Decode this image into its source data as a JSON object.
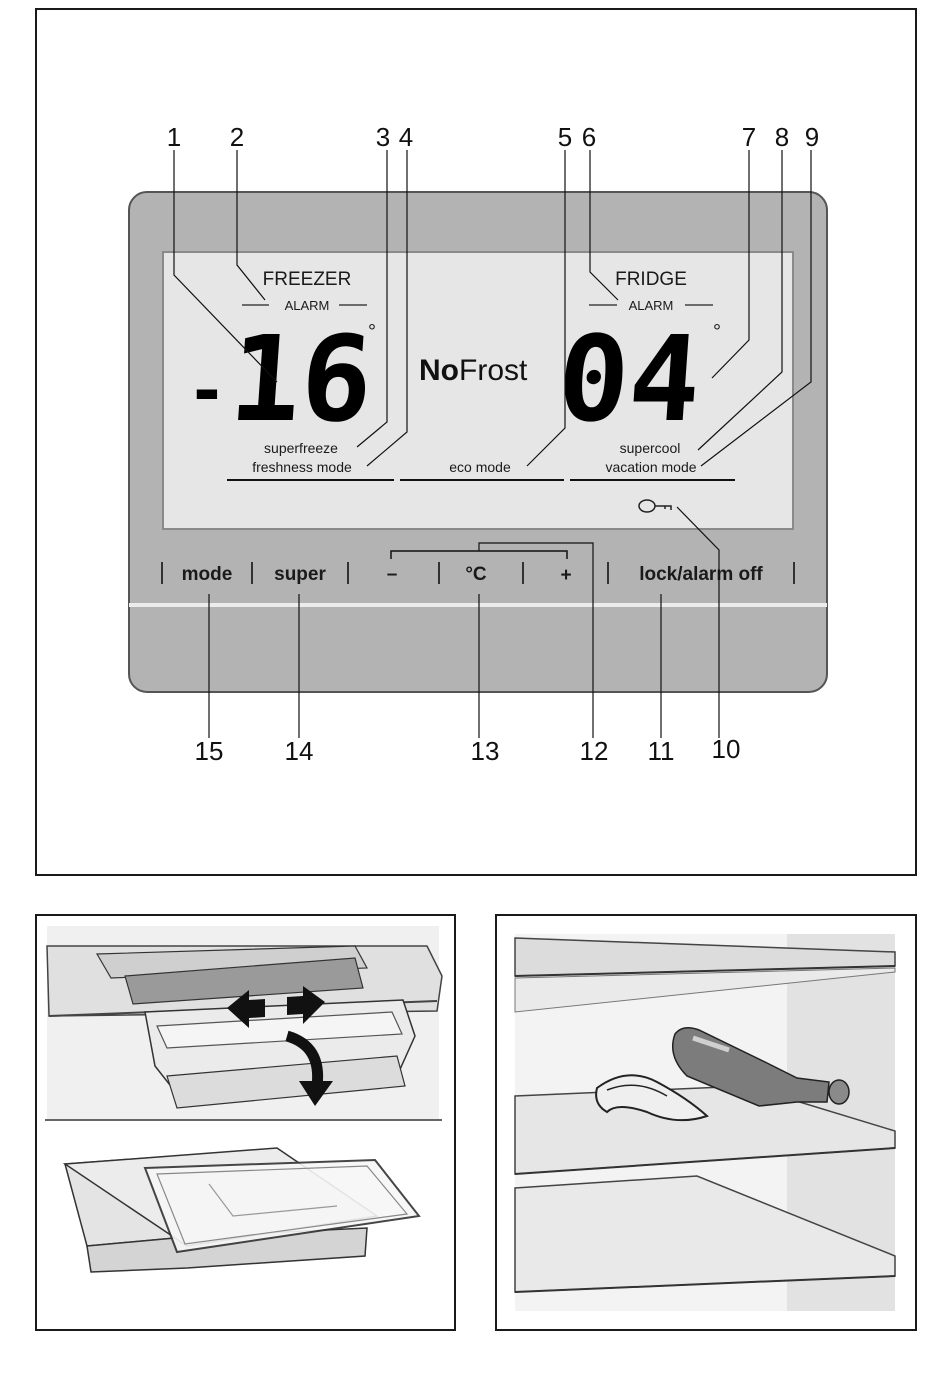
{
  "callouts": {
    "c1": "1",
    "c2": "2",
    "c3": "3",
    "c4": "4",
    "c5": "5",
    "c6": "6",
    "c7": "7",
    "c8": "8",
    "c9": "9",
    "c10": "10",
    "c11": "11",
    "c12": "12",
    "c13": "13",
    "c14": "14",
    "c15": "15"
  },
  "display": {
    "freezer_label": "FREEZER",
    "freezer_alarm": "ALARM",
    "freezer_temp_sign": "-",
    "freezer_temp": "16",
    "degree": "°",
    "brand_no": "No",
    "brand_frost": "Frost",
    "fridge_label": "FRIDGE",
    "fridge_alarm": "ALARM",
    "fridge_temp": "04",
    "superfreeze": "superfreeze",
    "freshness_mode": "freshness mode",
    "eco_mode": "eco mode",
    "supercool": "supercool",
    "vacation_mode": "vacation mode",
    "lock_icon": "key-icon"
  },
  "buttons": {
    "mode": "mode",
    "super": "super",
    "minus": "–",
    "celsius": "°C",
    "plus": "+",
    "lock_alarm_off": "lock/alarm off"
  },
  "colors": {
    "panel": "#b3b3b3",
    "lcd": "#e6e6e6",
    "ink": "#111111"
  }
}
